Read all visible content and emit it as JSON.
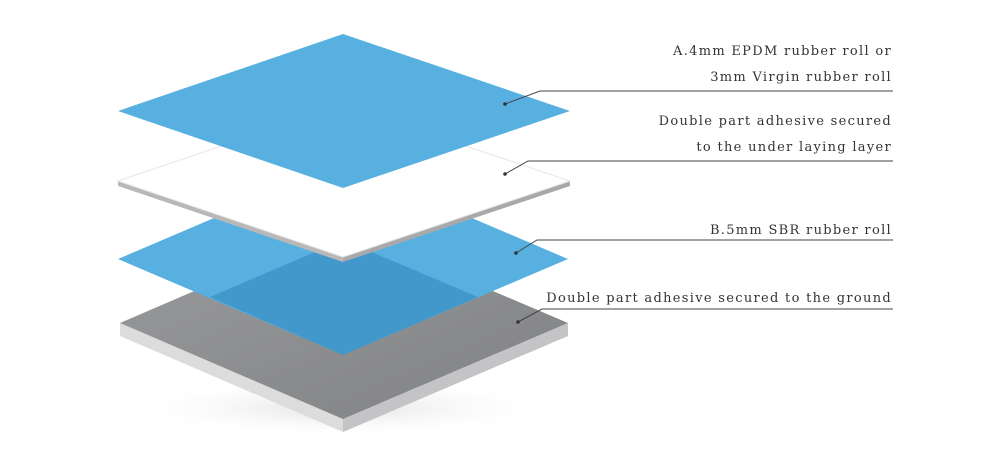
{
  "diagram": {
    "layers": [
      {
        "name": "top-blue-layer",
        "color": "#57b0e0"
      },
      {
        "name": "adhesive-white-layer",
        "color": "#ffffff"
      },
      {
        "name": "middle-blue-layer",
        "color": "#57b0e0"
      },
      {
        "name": "ground-gray-layer",
        "color": "#8e8f91"
      }
    ],
    "callouts": [
      {
        "lines": [
          "A.4mm  EPDM rubber roll or",
          "3mm  Virgin rubber roll"
        ]
      },
      {
        "lines": [
          "Double part adhesive secured",
          "to the under laying layer"
        ]
      },
      {
        "lines": [
          "B.5mm SBR rubber roll"
        ]
      },
      {
        "lines": [
          "Double part adhesive secured to the ground"
        ]
      }
    ],
    "colors": {
      "blue": "#57b0e0",
      "blue_overlap": "#3b8fc4",
      "gray": "#8e8f91",
      "edge_gray": "#c9c9ca",
      "line": "#333333"
    }
  }
}
